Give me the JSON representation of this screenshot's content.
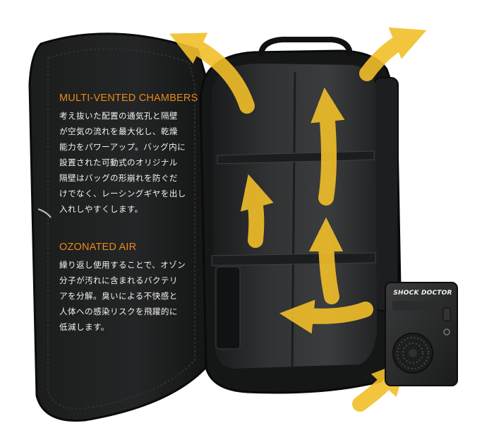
{
  "colors": {
    "accent_orange": "#e88a1a",
    "arrow_yellow": "#f2bf2a",
    "shell_dark": "#151616",
    "interior": "#2c2e2f",
    "text": "#f2f2f2"
  },
  "sections": [
    {
      "heading": "MULTI-VENTED CHAMBERS",
      "lines": [
        "考え抜いた配置の通気孔と隔壁",
        "が空気の流れを最大化し、乾燥",
        "能力をパワーアップ。バッグ内に",
        "設置された可動式のオリジナル",
        "隔壁はバッグの形崩れを防ぐだ",
        "けでなく、レーシングギヤを出し",
        "入れしやすくします。"
      ]
    },
    {
      "heading": "OZONATED AIR",
      "lines": [
        "繰り返し使用することで、オゾン",
        "分子が汚れに含まれるバクテリ",
        "アを分解。臭いによる不快感と",
        "人体への感染リスクを飛躍的に",
        "低減します。"
      ]
    }
  ],
  "device": {
    "brand": "SHOCK DOCTOR",
    "icons": [
      "power-icon"
    ]
  }
}
